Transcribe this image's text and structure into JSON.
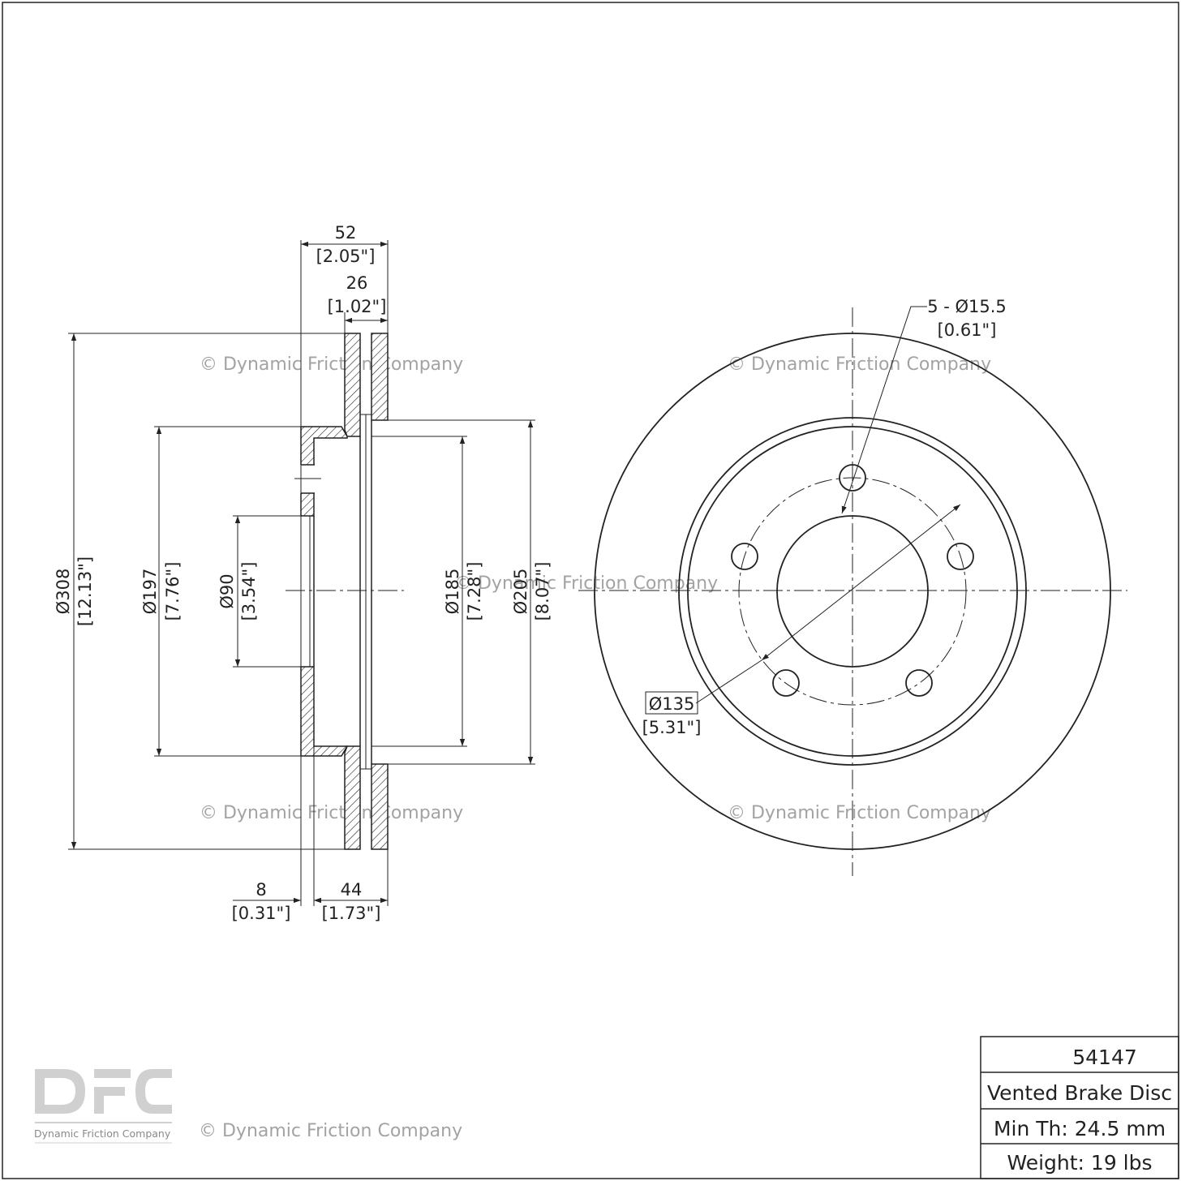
{
  "watermark": "© Dynamic Friction Company",
  "side_view": {
    "overall_width": {
      "mm": "52",
      "in": "[2.05\"]"
    },
    "hub_offset": {
      "mm": "26",
      "in": "[1.02\"]"
    },
    "disc_diameter": {
      "mm": "Ø308",
      "in": "[12.13\"]"
    },
    "hat_diameter": {
      "mm": "Ø197",
      "in": "[7.76\"]"
    },
    "center_bore": {
      "mm": "Ø90",
      "in": "[3.54\"]"
    },
    "inner_diameter": {
      "mm": "Ø185",
      "in": "[7.28\"]"
    },
    "vent_diameter": {
      "mm": "Ø205",
      "in": "[8.07\"]"
    },
    "hat_thickness": {
      "mm": "8",
      "in": "[0.31\"]"
    },
    "hat_height": {
      "mm": "44",
      "in": "[1.73\"]"
    }
  },
  "front_view": {
    "bolt_holes": {
      "mm": "5 - Ø15.5",
      "in": "[0.61\"]"
    },
    "bolt_circle": {
      "mm": "Ø135",
      "in": "[5.31\"]"
    }
  },
  "title_block": {
    "part_number": "54147",
    "description": "Vented Brake Disc",
    "min_thickness": "Min Th: 24.5 mm",
    "weight": "Weight: 19 lbs"
  },
  "logo": {
    "mark": "DFC",
    "subtitle": "Dynamic Friction Company",
    "color": "#d0d0d0"
  },
  "colors": {
    "line": "#222222",
    "watermark": "#a3a3a3"
  }
}
